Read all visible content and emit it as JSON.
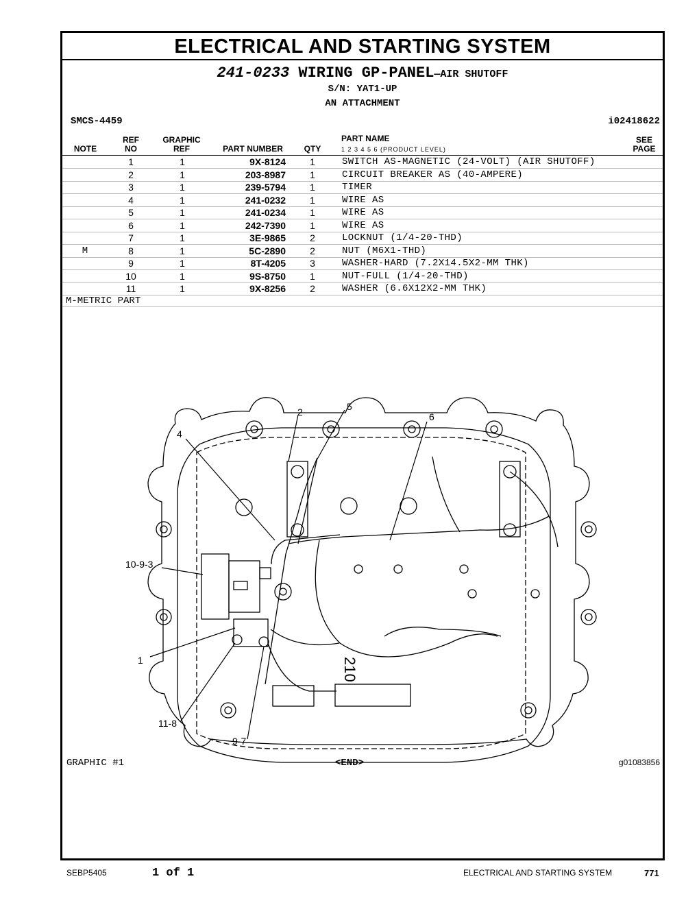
{
  "section_title": "ELECTRICAL AND STARTING SYSTEM",
  "group": {
    "part_no": "241-0233",
    "name": "WIRING GP-PANEL",
    "suffix": "—AIR SHUTOFF"
  },
  "serial": "S/N: YAT1-UP",
  "attachment": "AN ATTACHMENT",
  "smcs": "SMCS-4459",
  "ident": "i02418622",
  "headers": {
    "note": "NOTE",
    "ref_top": "REF",
    "ref_bot": "NO",
    "graphic_top": "GRAPHIC",
    "graphic_bot": "REF",
    "part_number": "PART NUMBER",
    "qty": "QTY",
    "part_name": "PART NAME",
    "levels": "1  2  3  4  5  6  (PRODUCT LEVEL)",
    "see_top": "SEE",
    "see_bot": "PAGE"
  },
  "parts": [
    {
      "note": "",
      "ref": "1",
      "graphic": "1",
      "pn": "9X-8124",
      "qty": "1",
      "name": "SWITCH AS-MAGNETIC (24-VOLT) (AIR SHUTOFF)"
    },
    {
      "note": "",
      "ref": "2",
      "graphic": "1",
      "pn": "203-8987",
      "qty": "1",
      "name": "CIRCUIT BREAKER AS (40-AMPERE)"
    },
    {
      "note": "",
      "ref": "3",
      "graphic": "1",
      "pn": "239-5794",
      "qty": "1",
      "name": "TIMER"
    },
    {
      "note": "",
      "ref": "4",
      "graphic": "1",
      "pn": "241-0232",
      "qty": "1",
      "name": "WIRE AS"
    },
    {
      "note": "",
      "ref": "5",
      "graphic": "1",
      "pn": "241-0234",
      "qty": "1",
      "name": "WIRE AS"
    },
    {
      "note": "",
      "ref": "6",
      "graphic": "1",
      "pn": "242-7390",
      "qty": "1",
      "name": "WIRE AS"
    },
    {
      "note": "",
      "ref": "7",
      "graphic": "1",
      "pn": "3E-9865",
      "qty": "2",
      "name": "LOCKNUT (1/4-20-THD)"
    },
    {
      "note": "M",
      "ref": "8",
      "graphic": "1",
      "pn": "5C-2890",
      "qty": "2",
      "name": "NUT (M6X1-THD)"
    },
    {
      "note": "",
      "ref": "9",
      "graphic": "1",
      "pn": "8T-4205",
      "qty": "3",
      "name": "WASHER-HARD (7.2X14.5X2-MM THK)"
    },
    {
      "note": "",
      "ref": "10",
      "graphic": "1",
      "pn": "9S-8750",
      "qty": "1",
      "name": "NUT-FULL (1/4-20-THD)"
    },
    {
      "note": "",
      "ref": "11",
      "graphic": "1",
      "pn": "9X-8256",
      "qty": "2",
      "name": "WASHER (6.6X12X2-MM THK)"
    }
  ],
  "metric_note": "M-METRIC PART",
  "callouts": {
    "c2": "2",
    "c5": "5",
    "c6": "6",
    "c4": "4",
    "c1093": "10-9-3",
    "c1": "1",
    "c118": "11-8",
    "c97": "9-7",
    "stamp": "210"
  },
  "graphic_label": "GRAPHIC #1",
  "end_label": "<END>",
  "graphic_id": "g01083856",
  "footer": {
    "doc": "SEBP5405",
    "pages": "1 of 1",
    "section": "ELECTRICAL AND STARTING SYSTEM",
    "page_no": "771"
  }
}
